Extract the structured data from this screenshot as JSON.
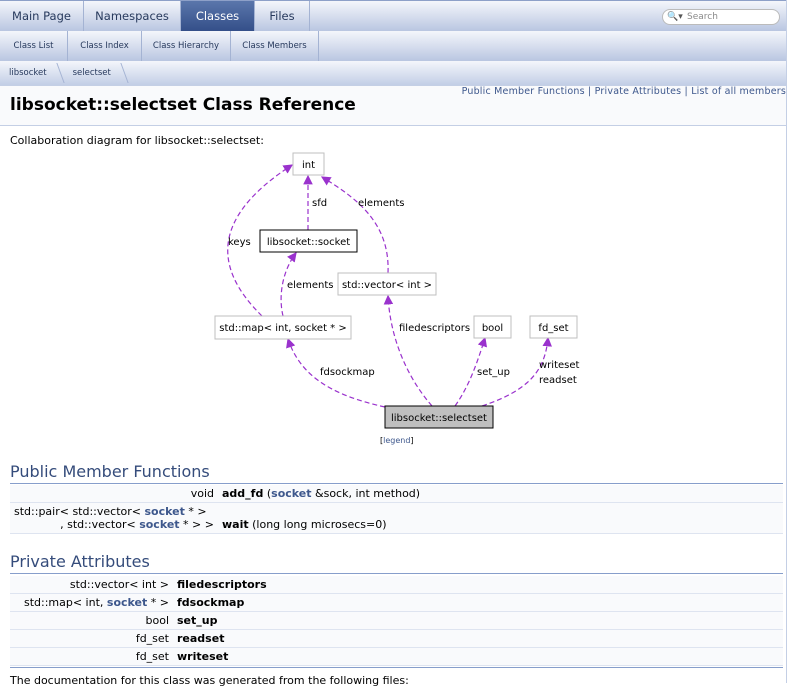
{
  "tabs": [
    "Main Page",
    "Namespaces",
    "Classes",
    "Files"
  ],
  "active_tab": "Classes",
  "search_placeholder": "Search",
  "subtabs": [
    "Class List",
    "Class Index",
    "Class Hierarchy",
    "Class Members"
  ],
  "breadcrumb": [
    "libsocket",
    "selectset"
  ],
  "summary": {
    "public": "Public Member Functions",
    "sep": "|",
    "private": "Private Attributes",
    "all": "List of all members"
  },
  "title": "libsocket::selectset Class Reference",
  "collab_text": "Collaboration diagram for libsocket::selectset:",
  "diagram": {
    "nodes": {
      "int": "int",
      "socket": "libsocket::socket",
      "vector": "std::vector< int >",
      "map": "std::map< int, socket * >",
      "bool": "bool",
      "fdset": "fd_set",
      "selectset": "libsocket::selectset"
    },
    "edges": {
      "keys": "keys",
      "sfd": "sfd",
      "elements1": "elements",
      "elements2": "elements",
      "filedescriptors": "filedescriptors",
      "fdsockmap": "fdsockmap",
      "set_up": "set_up",
      "writeset": "writeset",
      "readset": "readset"
    },
    "legend_open": "[",
    "legend": "legend",
    "legend_close": "]",
    "edge_color": "#9a32cd"
  },
  "public_heading": "Public Member Functions",
  "public": [
    {
      "type": "void",
      "name": "add_fd",
      "args_open": " (",
      "link": "socket",
      "args_rest": " &sock, int method)"
    },
    {
      "type1_a": "std::pair< std::vector< ",
      "type1_link": "socket",
      "type1_b": " * >",
      "type2_a": ", std::vector< ",
      "type2_link": "socket",
      "type2_b": " * > >",
      "name": "wait",
      "args": " (long long microsecs=0)"
    }
  ],
  "private_heading": "Private Attributes",
  "private": [
    {
      "type": "std::vector< int >",
      "name": "filedescriptors"
    },
    {
      "type_a": "std::map< int, ",
      "type_link": "socket",
      "type_b": " * >",
      "name": "fdsockmap"
    },
    {
      "type": "bool",
      "name": "set_up"
    },
    {
      "type": "fd_set",
      "name": "readset"
    },
    {
      "type": "fd_set",
      "name": "writeset"
    }
  ],
  "footer": "The documentation for this class was generated from the following files:"
}
